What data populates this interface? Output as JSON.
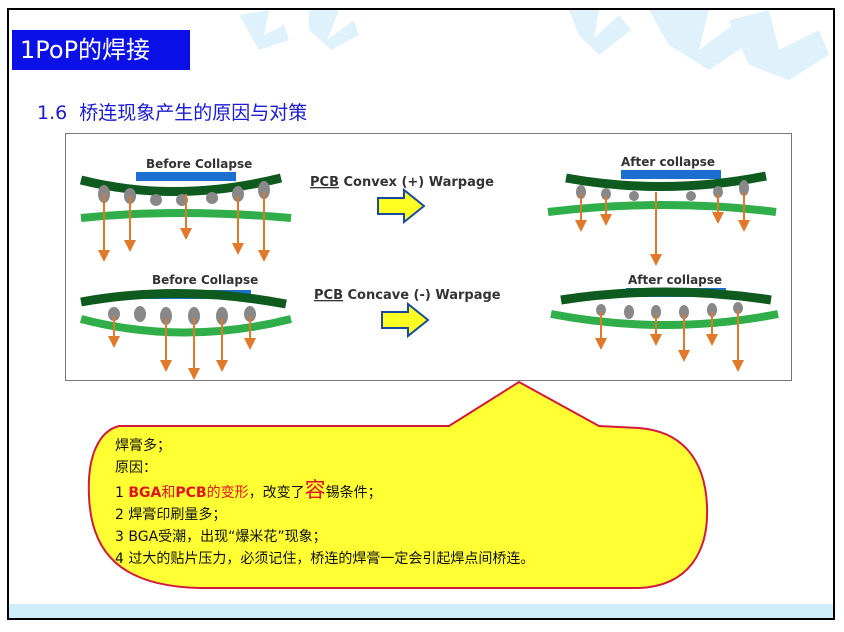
{
  "slide": {
    "title": "1PoP的焊接",
    "subtitle": "1.6  桥连现象产生的原因与对策"
  },
  "figure": {
    "top_left_label": "Before Collapse",
    "top_middle_label_prefix": "PCB",
    "top_middle_label_suffix": " Convex (+) Warpage",
    "top_right_label": "After collapse",
    "bottom_left_label": "Before Collapse",
    "bottom_middle_label_prefix": "PCB",
    "bottom_middle_label_suffix": " Concave (-) Warpage",
    "bottom_right_label": "After collapse"
  },
  "callout": {
    "line1": "焊膏多；",
    "line2": "原因：",
    "line3_num": "1 ",
    "line3_bga": "BGA",
    "line3_and": "和",
    "line3_pcb": "PCB",
    "line3_deform": "的变形",
    "line3_mid": "，改变了",
    "line3_big": "容",
    "line3_end": "锡条件；",
    "line4": "2 焊膏印刷量多；",
    "line5": "3 BGA受潮，出现“爆米花”现象；",
    "line6": "4 过大的贴片压力，必须记住，桥连的焊膏一定会引起焊点间桥连。"
  },
  "colors": {
    "title_bg": "#0a10e6",
    "subtitle": "#1a1ad0",
    "callout_fill": "#ffff33",
    "highlight_red": "#e0141e"
  }
}
